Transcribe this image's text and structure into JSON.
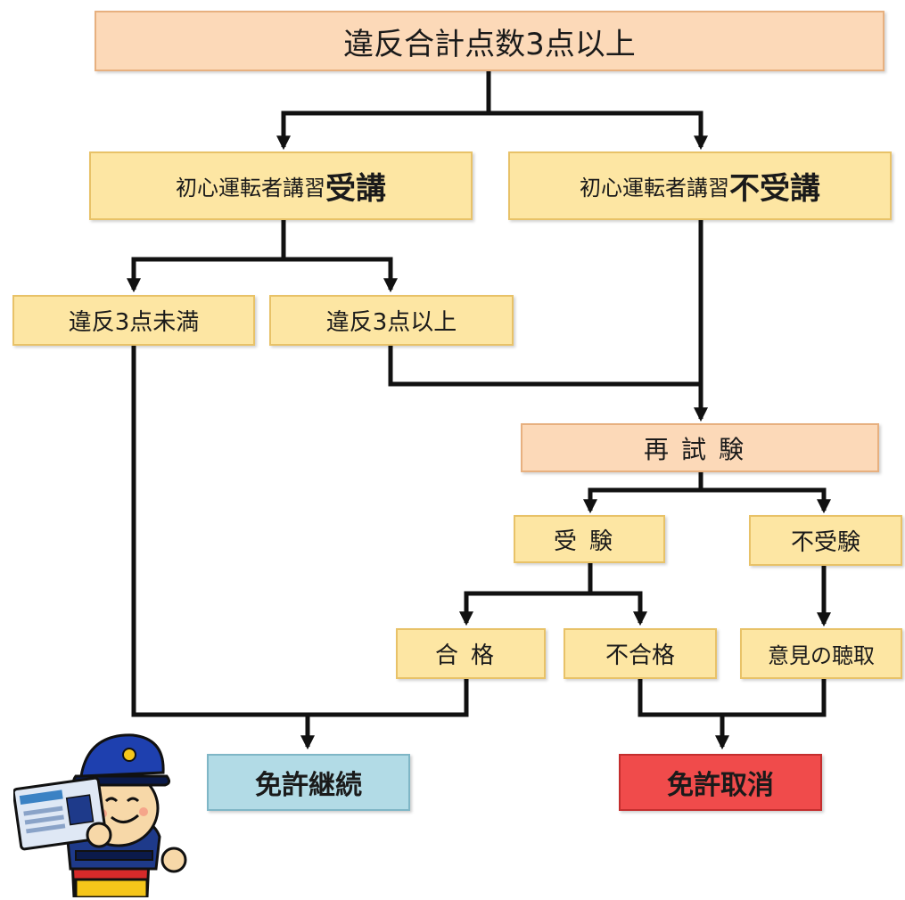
{
  "flowchart": {
    "top": "違反合計点数3点以上",
    "attend": {
      "prefix": "初心運転者講習",
      "emphasis": "受講"
    },
    "not_attend": {
      "prefix": "初心運転者講習",
      "emphasis": "不受講"
    },
    "under3": "違反3点未満",
    "over3": "違反3点以上",
    "retest": "再試験",
    "take_exam": "受験",
    "no_exam": "不受験",
    "pass": "合格",
    "fail": "不合格",
    "hearing": "意見の聴取",
    "continue": "免許継続",
    "revoke": "免許取消"
  },
  "mascot": {
    "name": "police-mascot"
  },
  "colors": {
    "line": "#111111",
    "orange_box": "#fcd9b8",
    "yellow_box": "#fde6a3",
    "continue_box": "#b2dbe6",
    "revoke_box": "#f04b4b"
  }
}
